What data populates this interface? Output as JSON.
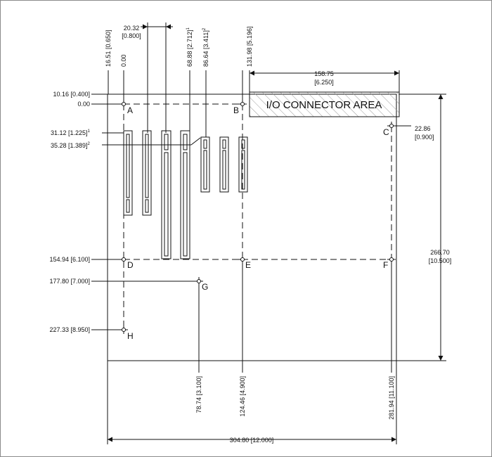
{
  "title_box": {
    "label": "I/O CONNECTOR AREA",
    "width_dim": "158.75",
    "width_dim_in": "[6.250]"
  },
  "colors": {
    "ink": "#111111",
    "frame": "#8a8a8a",
    "background": "#ffffff"
  },
  "points": {
    "A": "A",
    "B": "B",
    "C": "C",
    "D": "D",
    "E": "E",
    "F": "F",
    "G": "G",
    "H": "H"
  },
  "left_dims": {
    "d10_16": "10.16 [0.400]",
    "d0_00": "0.00",
    "d31_12": "31.12 [1.225]",
    "d31_12_sup": "1",
    "d35_28": "35.28 [1.389]",
    "d35_28_sup": "2",
    "d154_94": "154.94 [6.100]",
    "d177_80": "177.80 [7.000]",
    "d227_33": "227.33 [8.950]"
  },
  "top_dims": {
    "v16_51": "16.51 [0.650]",
    "v0_00": "0.00",
    "d20_32_a": "20.32",
    "d20_32_b": "[0.800]",
    "v68_88": "68.88 [2.712]",
    "v68_88_sup": "1",
    "v86_64": "86.64 [3.411]",
    "v86_64_sup": "2",
    "v131_98": "131.98 [5.196]"
  },
  "right_dims": {
    "c_a": "22.86",
    "c_b": "[0.900]",
    "h_a": "266.70",
    "h_b": "[10.500]"
  },
  "bottom_dims": {
    "v78_74": "78.74 [3.100]",
    "v124_46": "124.46 [4.900]",
    "v281_94": "281.94 [11.100]",
    "w304_80": "304.80 [12.000]"
  }
}
